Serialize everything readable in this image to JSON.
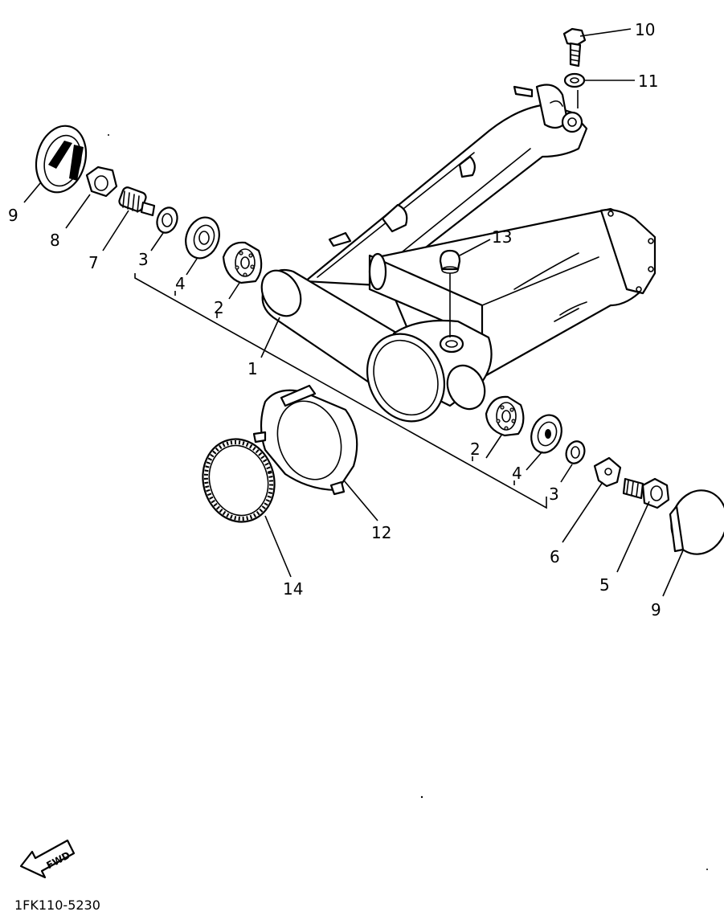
{
  "diagram": {
    "part_code": "1FK110-5230",
    "fwd_label": "FWD",
    "callouts": {
      "p1": "1",
      "p2_left": "2",
      "p2_right": "2",
      "p3_left": "3",
      "p3_right": "3",
      "p4_left": "4",
      "p4_right": "4",
      "p5": "5",
      "p6": "6",
      "p7": "7",
      "p8": "8",
      "p9_left": "9",
      "p9_right": "9",
      "p10": "10",
      "p11": "11",
      "p12": "12",
      "p13": "13",
      "p14": "14"
    }
  }
}
